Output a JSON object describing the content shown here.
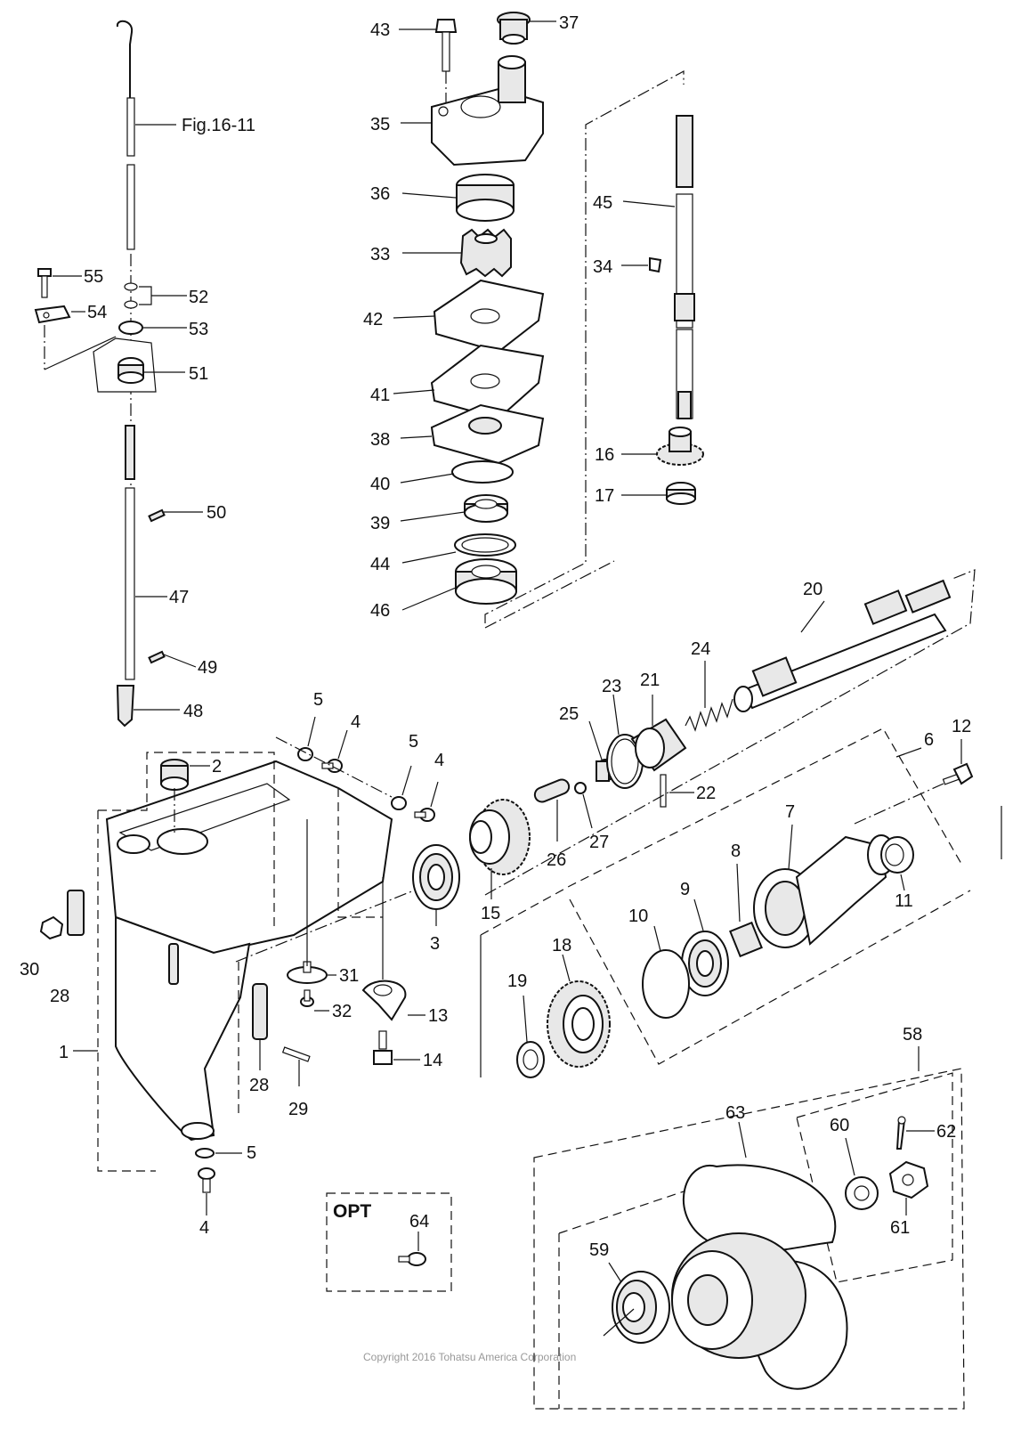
{
  "fig_ref": "Fig.16-11",
  "opt_label": "OPT",
  "copyright": "Copyright 2016 Tohatsu America Corporation",
  "labels": {
    "p1": "1",
    "p2": "2",
    "p3": "3",
    "p4a": "4",
    "p4b": "4",
    "p4c": "4",
    "p5a": "5",
    "p5b": "5",
    "p5c": "5",
    "p6": "6",
    "p7": "7",
    "p8": "8",
    "p9": "9",
    "p10": "10",
    "p11": "11",
    "p12": "12",
    "p13": "13",
    "p14": "14",
    "p15": "15",
    "p16": "16",
    "p17": "17",
    "p18": "18",
    "p19": "19",
    "p20": "20",
    "p21": "21",
    "p22": "22",
    "p23": "23",
    "p24": "24",
    "p25": "25",
    "p26": "26",
    "p27": "27",
    "p28a": "28",
    "p28b": "28",
    "p29": "29",
    "p30": "30",
    "p31": "31",
    "p32": "32",
    "p33": "33",
    "p34": "34",
    "p35": "35",
    "p36": "36",
    "p37": "37",
    "p38": "38",
    "p39": "39",
    "p40": "40",
    "p41": "41",
    "p42": "42",
    "p43": "43",
    "p44": "44",
    "p45": "45",
    "p46": "46",
    "p47": "47",
    "p48": "48",
    "p49": "49",
    "p50": "50",
    "p51": "51",
    "p52": "52",
    "p53": "53",
    "p54": "54",
    "p55": "55",
    "p58": "58",
    "p59": "59",
    "p60": "60",
    "p61": "61",
    "p62": "62",
    "p63": "63",
    "p64": "64"
  }
}
